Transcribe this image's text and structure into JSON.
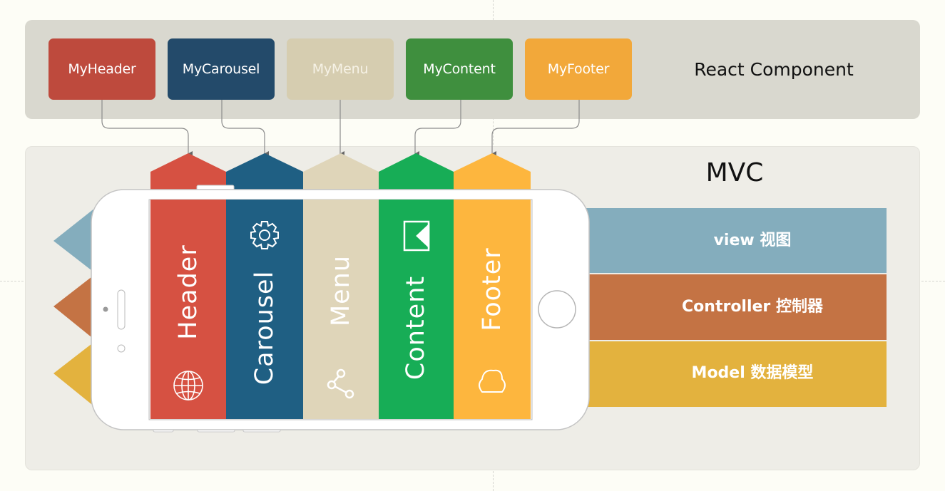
{
  "components": [
    {
      "label": "MyHeader",
      "color": "#be4a3d"
    },
    {
      "label": "MyCarousel",
      "color": "#234a6a"
    },
    {
      "label": "MyMenu",
      "color": "#d6cdb0"
    },
    {
      "label": "MyContent",
      "color": "#3f8f3e"
    },
    {
      "label": "MyFooter",
      "color": "#f2a83a"
    }
  ],
  "react_label": "React Component",
  "mvc_title": "MVC",
  "layers": [
    {
      "label": "view 视图",
      "color": "#84adbd"
    },
    {
      "label": "Controller 控制器",
      "color": "#c47344"
    },
    {
      "label": "Model 数据模型",
      "color": "#e3b23e"
    }
  ],
  "columns": [
    {
      "label": "Header",
      "color": "#d65142",
      "icon": "globe-icon"
    },
    {
      "label": "Carousel",
      "color": "#1f5f83",
      "icon": "gear-icon"
    },
    {
      "label": "Menu",
      "color": "#dfd5b9",
      "icon": "share-icon"
    },
    {
      "label": "Content",
      "color": "#17ad56",
      "icon": "video-icon"
    },
    {
      "label": "Footer",
      "color": "#fdb63e",
      "icon": "cloud-icon"
    }
  ]
}
